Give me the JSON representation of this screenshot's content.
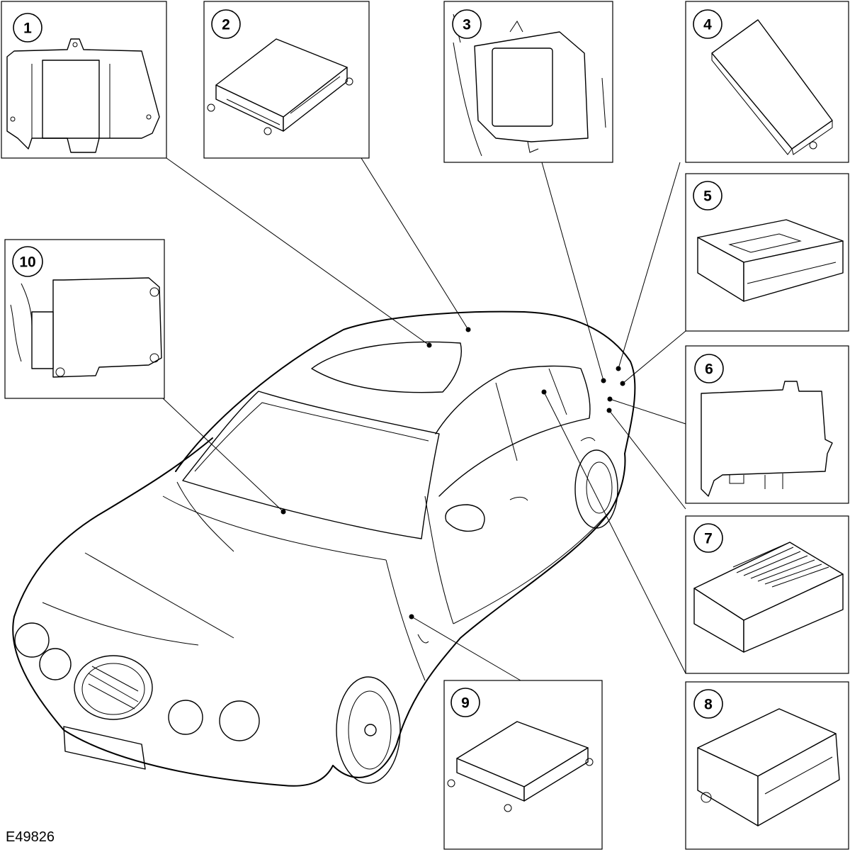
{
  "figure_reference": "E49826",
  "callouts": [
    {
      "number": "1"
    },
    {
      "number": "2"
    },
    {
      "number": "3"
    },
    {
      "number": "4"
    },
    {
      "number": "5"
    },
    {
      "number": "6"
    },
    {
      "number": "7"
    },
    {
      "number": "8"
    },
    {
      "number": "9"
    },
    {
      "number": "10"
    }
  ]
}
